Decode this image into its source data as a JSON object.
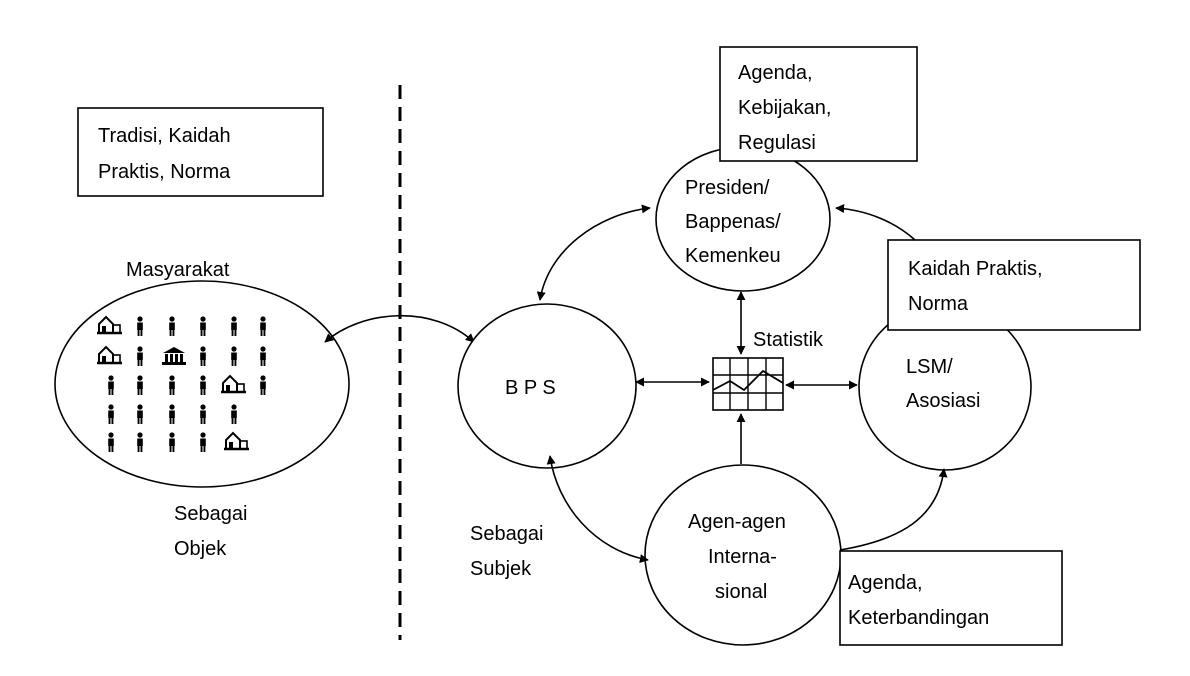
{
  "nodes": {
    "box_tradisi": [
      "Tradisi, Kaidah",
      "Praktis, Norma"
    ],
    "label_masyarakat": "Masyarakat",
    "label_objek": [
      "Sebagai",
      "Objek"
    ],
    "label_subjek": [
      "Sebagai",
      "Subjek"
    ],
    "box_agenda_kebijakan": [
      "Agenda,",
      "Kebijakan,",
      "Regulasi"
    ],
    "presiden": [
      "Presiden/",
      "Bappenas/",
      "Kemenkeu"
    ],
    "box_kaidah": [
      "Kaidah Praktis,",
      "Norma"
    ],
    "bps": "B P S",
    "statistik": "Statistik",
    "lsm": [
      "LSM/",
      "Asosiasi"
    ],
    "agen": [
      "Agen-agen",
      "Interna-",
      "sional"
    ],
    "box_agenda_keterbandingan": [
      "Agenda,",
      "Keterbandingan"
    ]
  },
  "icons": {
    "people": "person-icon",
    "building": "building-icon",
    "house": "house-icon",
    "chart": "statistics-chart-icon"
  }
}
